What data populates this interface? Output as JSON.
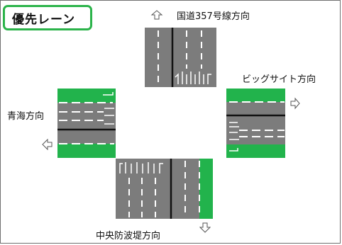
{
  "badge": {
    "text": "優先レーン"
  },
  "directions": {
    "north": "国道357号線方向",
    "east": "ビッグサイト方向",
    "west": "青海方向",
    "south": "中央防波堤方向"
  },
  "colors": {
    "road": "#7c7c7c",
    "priority_lane": "#22b34c",
    "badge_border": "#2bb34a",
    "lane_marking": "#ffffff",
    "center_line": "#111111"
  },
  "icons": {
    "north": "arrow-up-outline-icon",
    "east": "arrow-right-outline-icon",
    "west": "arrow-left-outline-icon",
    "south": "arrow-down-outline-icon"
  }
}
